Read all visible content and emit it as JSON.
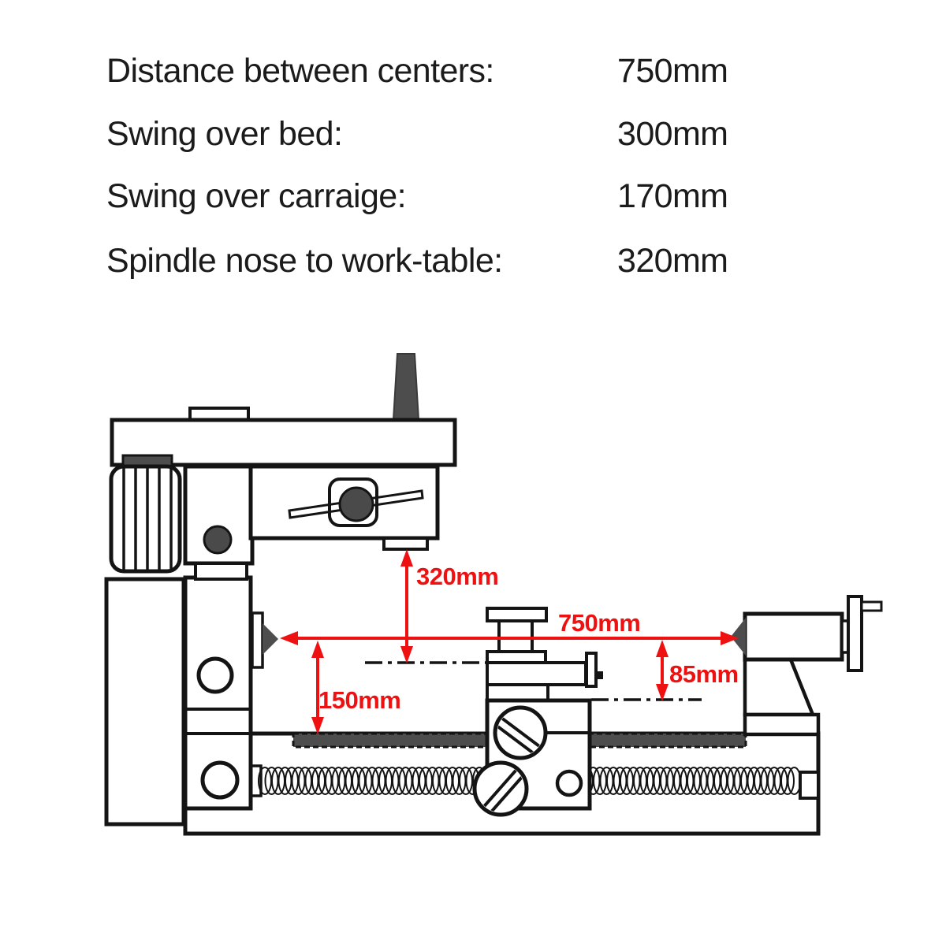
{
  "specs": {
    "rows": [
      {
        "label": "Distance between centers:",
        "value": "750mm"
      },
      {
        "label": "Swing over bed:",
        "value": "300mm"
      },
      {
        "label": "Swing over carraige:",
        "value": "170mm"
      },
      {
        "label": "Spindle nose to work-table:",
        "value": "320mm"
      }
    ]
  },
  "diagram": {
    "dim_labels": {
      "between_centers": "750mm",
      "spindle_nose_to_table": "320mm",
      "center_height_over_bed": "150mm",
      "center_height_over_carriage": "85mm"
    },
    "colors": {
      "dimension_red": "#ee1111",
      "outline_black": "#141414",
      "dark_gray_fill": "#4d4d4d"
    }
  }
}
